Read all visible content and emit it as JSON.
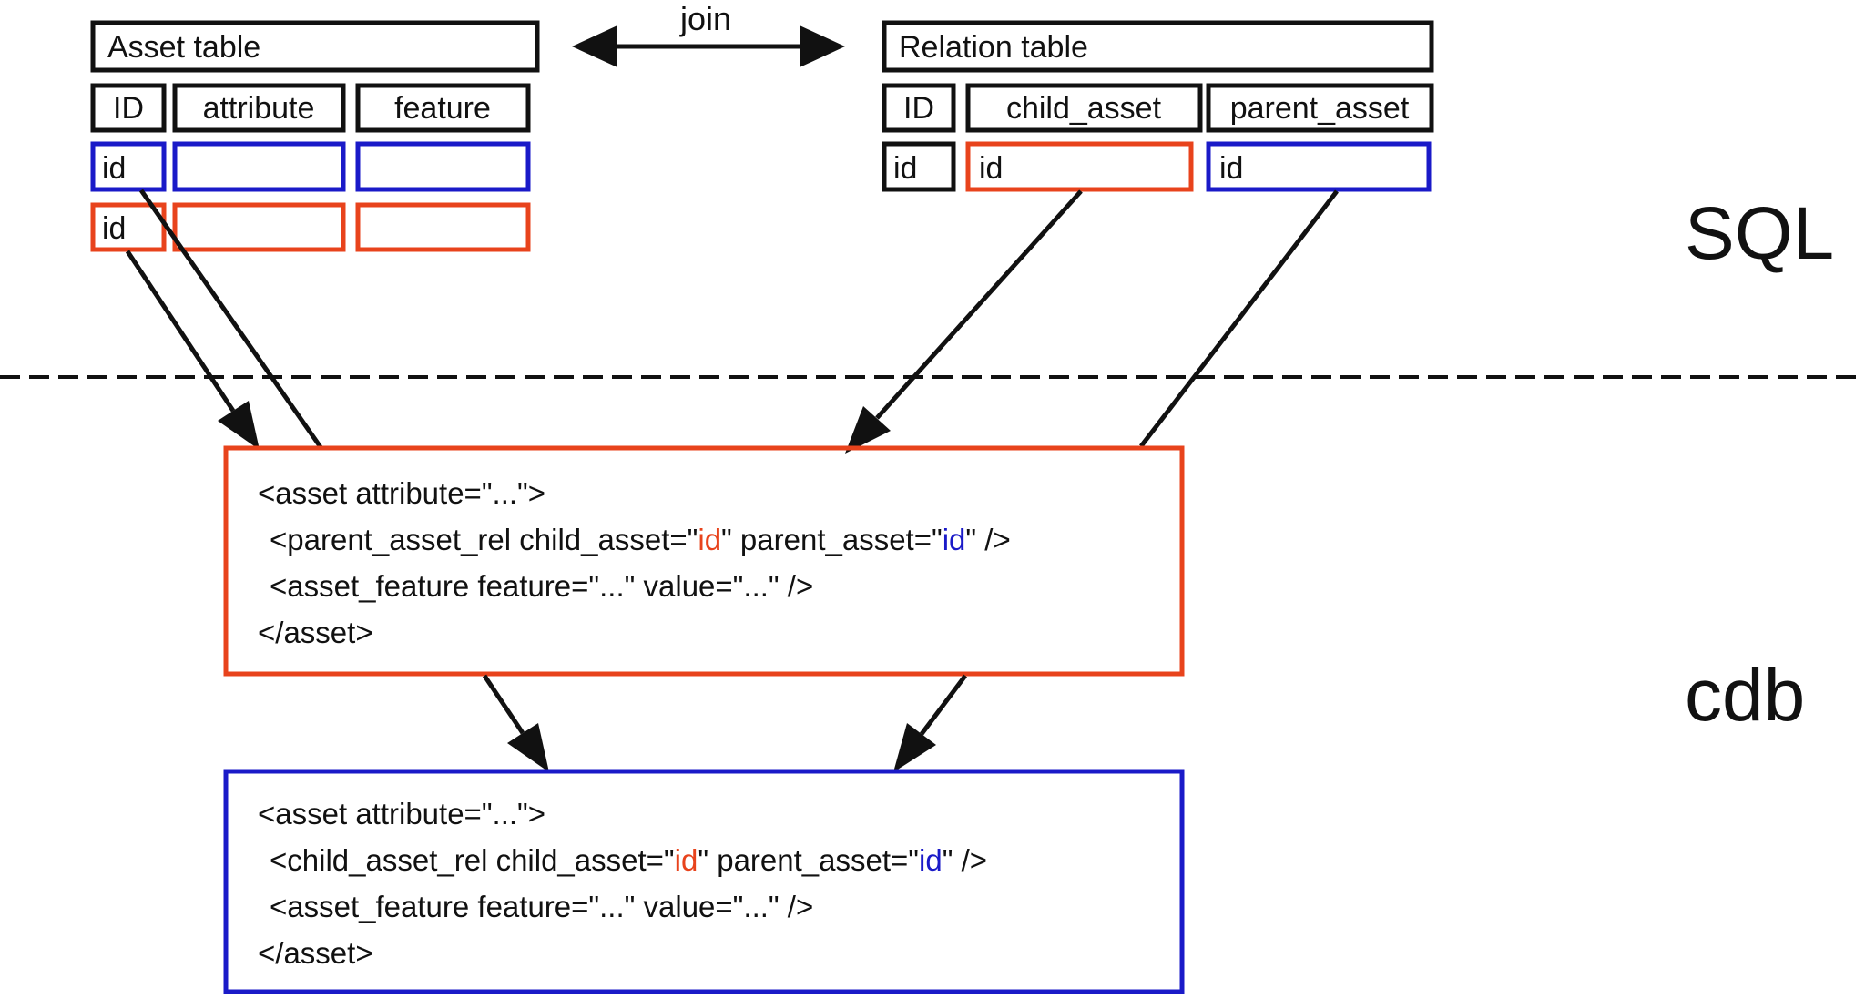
{
  "colors": {
    "red": "#e8431c",
    "blue": "#1a1ac8",
    "black": "#111111"
  },
  "labels": {
    "join": "join",
    "sql": "SQL",
    "cdb": "cdb"
  },
  "asset_table": {
    "title": "Asset table",
    "columns": [
      "ID",
      "attribute",
      "feature"
    ],
    "rows": [
      {
        "id": "id",
        "color": "blue"
      },
      {
        "id": "id",
        "color": "red"
      }
    ]
  },
  "relation_table": {
    "title": "Relation table",
    "columns": [
      "ID",
      "child_asset",
      "parent_asset"
    ],
    "row": {
      "id": "id",
      "child_asset": "id",
      "parent_asset": "id"
    }
  },
  "red_box": {
    "line1": "<asset attribute=\"...\">",
    "line2": [
      {
        "text": "<parent_asset_rel child_asset=\""
      },
      {
        "text": "id"
      },
      {
        "text": "\" parent_asset=\""
      },
      {
        "text": "id"
      },
      {
        "text": "\" />"
      }
    ],
    "line3": "<asset_feature feature=\"...\" value=\"...\" />",
    "line4": "</asset>"
  },
  "blue_box": {
    "line1": "<asset attribute=\"...\">",
    "line2": [
      {
        "text": "<child_asset_rel child_asset=\""
      },
      {
        "text": "id"
      },
      {
        "text": "\" parent_asset=\""
      },
      {
        "text": "id"
      },
      {
        "text": "\" />"
      }
    ],
    "line3": "<asset_feature feature=\"...\" value=\"...\" />",
    "line4": "</asset>"
  }
}
